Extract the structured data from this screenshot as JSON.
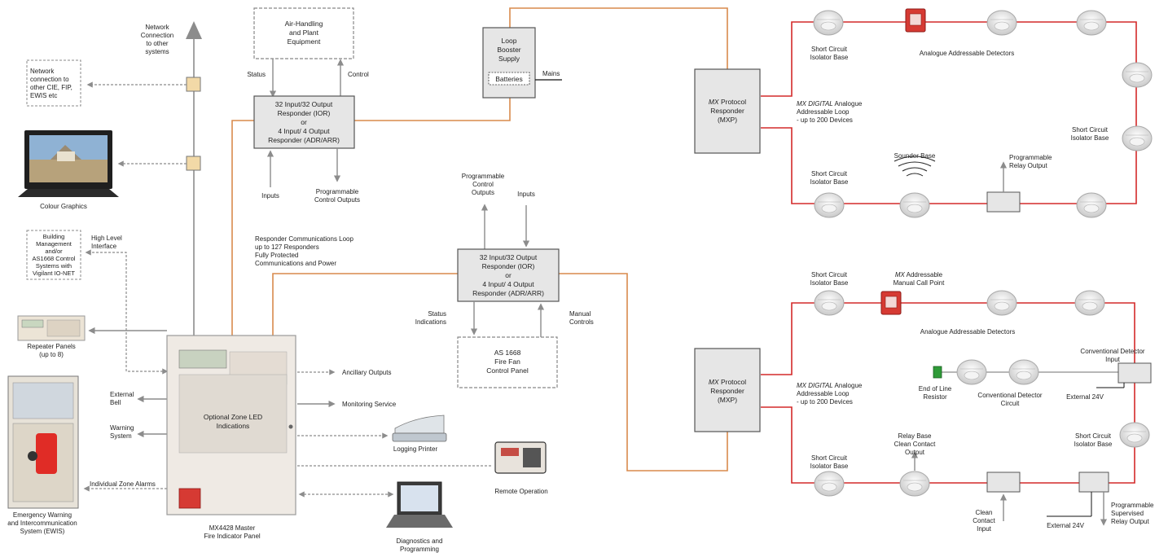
{
  "colors": {
    "orange_link": "#d98a4c",
    "red_loop": "#d42a2a",
    "grey_arrow": "#8c8c8c",
    "box_fill": "#e6e6e6",
    "box_stroke": "#555555",
    "detector": "#e9e9e9"
  },
  "labels": {
    "network_connection": [
      "Network",
      "Connection",
      "to other",
      "systems"
    ],
    "network_cie": [
      "Network",
      "connection to",
      "other CIE, FIP,",
      "EWIS etc"
    ],
    "colour_graphics": "Colour Graphics",
    "high_level": [
      "High Level",
      "Interface"
    ],
    "bms": [
      "Building",
      "Management",
      "and/or",
      "AS1668 Control",
      "Systems with",
      "Vigilant IO-NET"
    ],
    "repeater": [
      "Repeater Panels",
      "(up to 8)"
    ],
    "ewis": [
      "Emergency Warning",
      "and Intercommunication",
      "System (EWIS)"
    ],
    "external_bell": [
      "External",
      "Bell"
    ],
    "warning_system": [
      "Warning",
      "System"
    ],
    "individual_zone": "Individual Zone Alarms",
    "optional_zone": [
      "Optional Zone LED",
      "Indications"
    ],
    "mx4428": [
      "MX4428 Master",
      "Fire Indicator Panel"
    ],
    "ancillary": "Ancillary Outputs",
    "monitoring": "Monitoring Service",
    "logging_printer": "Logging Printer",
    "remote_operation": "Remote Operation",
    "diagnostics": [
      "Diagnostics and",
      "Programming"
    ],
    "air_handling": [
      "Air-Handling",
      "and Plant",
      "Equipment"
    ],
    "status": "Status",
    "control": "Control",
    "ior_box": [
      "32 Input/32 Output",
      "Responder (IOR)",
      "or",
      "4 Input/ 4 Output",
      "Responder (ADR/ARR)"
    ],
    "inputs": "Inputs",
    "prog_control_outputs": [
      "Programmable",
      "Control Outputs"
    ],
    "prog_control_outputs2": [
      "Programmable",
      "Control",
      "Outputs"
    ],
    "responder_loop": [
      "Responder Communications Loop",
      "up to 127 Responders",
      "Fully Protected",
      "Communications and Power"
    ],
    "status_indications": [
      "Status",
      "Indications"
    ],
    "manual_controls": [
      "Manual",
      "Controls"
    ],
    "as1668": [
      "AS 1668",
      "Fire Fan",
      "Control Panel"
    ],
    "loop_booster": [
      "Loop",
      "Booster",
      "Supply"
    ],
    "batteries": "Batteries",
    "mains": "Mains",
    "mxp_italic": "MX",
    "mxp_rest": " Protocol",
    "mxp_lines": [
      "Responder",
      "(MXP)"
    ],
    "mx_digital_italic": "MX DIGITAL",
    "mx_digital_rest": " Analogue",
    "mx_digital_lines": [
      "Addressable Loop",
      "- up to 200 Devices"
    ],
    "short_circuit": [
      "Short Circuit",
      "Isolator Base"
    ],
    "analogue_detectors": "Analogue Addressable Detectors",
    "sounder_base": "Sounder Base",
    "prog_relay_output": [
      "Programmable",
      "Relay Output"
    ],
    "mx_addressable_italic": "MX",
    "mx_addressable_rest": " Addressable",
    "manual_call_point": "Manual Call Point",
    "conventional_input": [
      "Conventional Detector",
      "Input"
    ],
    "end_of_line": [
      "End of Line",
      "Resistor"
    ],
    "conventional_circuit": [
      "Conventional Detector",
      "Circuit"
    ],
    "external_24v": "External 24V",
    "relay_base": [
      "Relay Base",
      "Clean Contact",
      "Output"
    ],
    "clean_contact_input": [
      "Clean",
      "Contact",
      "Input"
    ],
    "prog_supervised": [
      "Programmable",
      "Supervised",
      "Relay Output"
    ]
  }
}
